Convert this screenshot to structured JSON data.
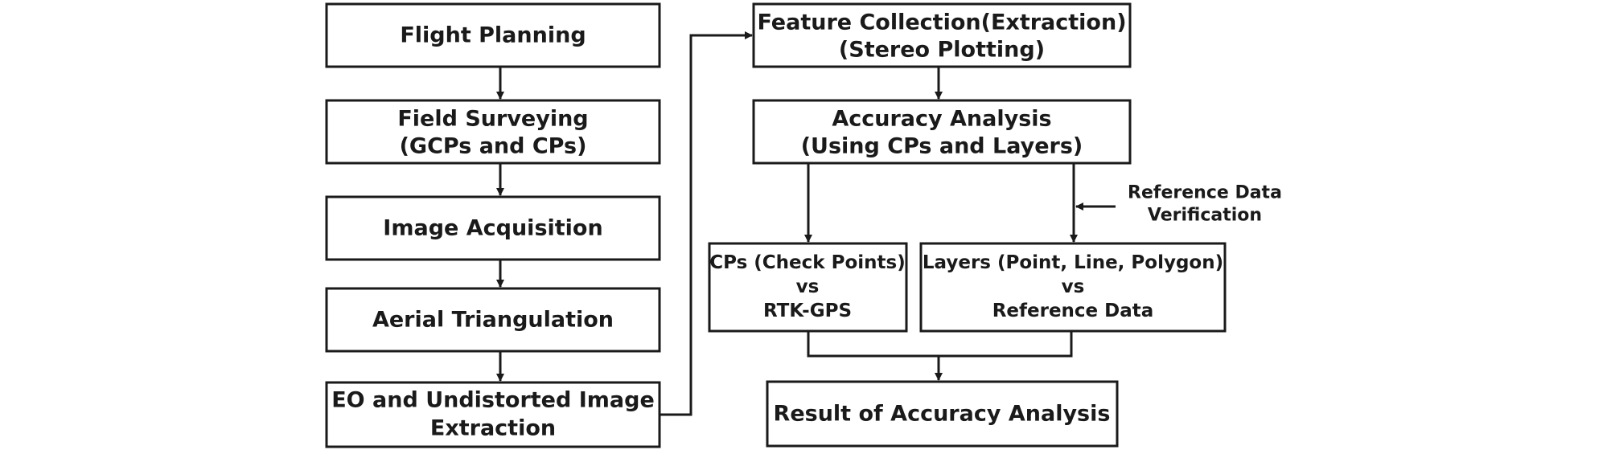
{
  "boxes": {
    "flight_planning": {
      "line1": "Flight Planning"
    },
    "field_surveying": {
      "line1": "Field Surveying",
      "line2": "(GCPs and CPs)"
    },
    "image_acquisition": {
      "line1": "Image Acquisition"
    },
    "aerial_triangulation": {
      "line1": "Aerial Triangulation"
    },
    "eo_extraction": {
      "line1": "EO and Undistorted Image",
      "line2": "Extraction"
    },
    "feature_collection": {
      "line1": "Feature Collection(Extraction)",
      "line2": "(Stereo Plotting)"
    },
    "accuracy_analysis": {
      "line1": "Accuracy Analysis",
      "line2": "(Using CPs and Layers)"
    },
    "cps_vs_rtk": {
      "line1": "CPs (Check Points)",
      "line2": "vs",
      "line3": "RTK-GPS"
    },
    "layers_vs_reference": {
      "line1": "Layers  (Point, Line, Polygon)",
      "line2": "vs",
      "line3": "Reference Data"
    },
    "result": {
      "line1": "Result of Accuracy Analysis"
    }
  },
  "annotation": {
    "line1": "Reference Data",
    "line2": "Verification"
  },
  "colors": {
    "stroke": "#1a1a1a",
    "background": "#ffffff"
  }
}
